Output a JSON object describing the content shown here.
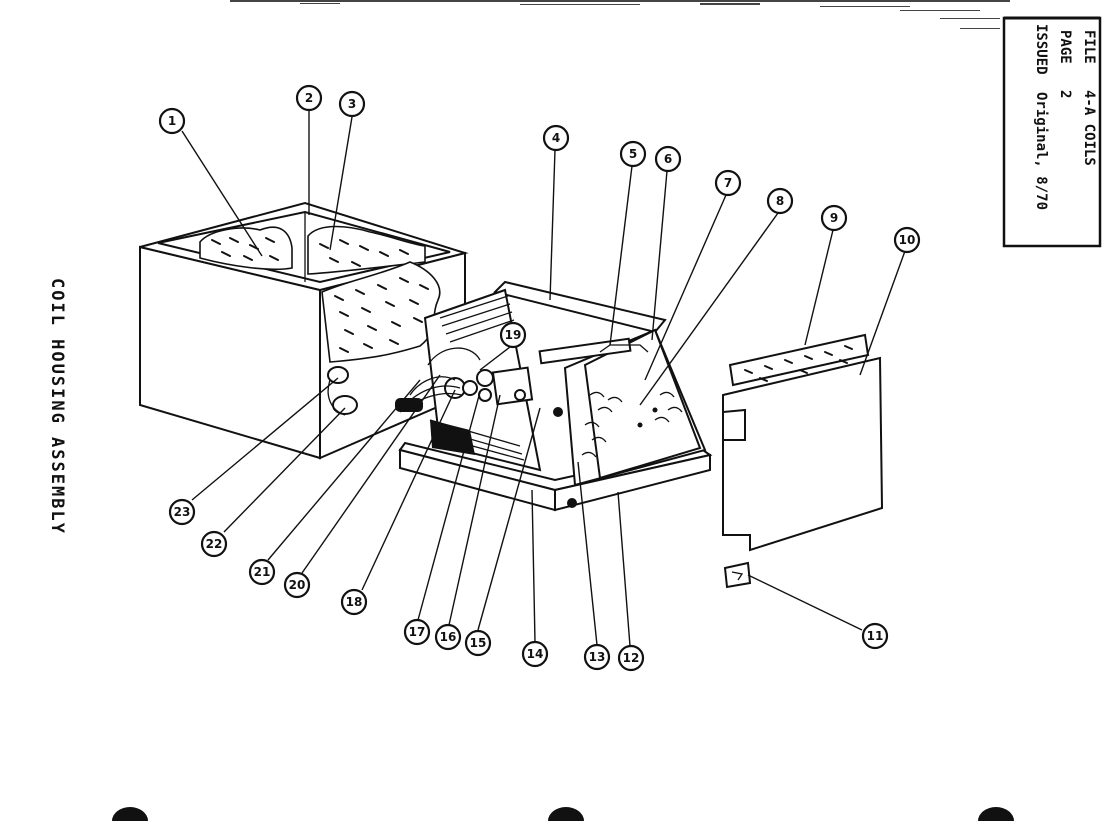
{
  "title_block": {
    "file_label": "FILE",
    "file_value": "4-A COILS",
    "page_label": "PAGE",
    "page_value": "2",
    "issued_label": "ISSUED",
    "issued_value": "Original, 8/70"
  },
  "side_title": "COIL HOUSING ASSEMBLY",
  "callouts": [
    {
      "id": "c1",
      "label": "1"
    },
    {
      "id": "c2",
      "label": "2"
    },
    {
      "id": "c3",
      "label": "3"
    },
    {
      "id": "c4",
      "label": "4"
    },
    {
      "id": "c5",
      "label": "5"
    },
    {
      "id": "c6",
      "label": "6"
    },
    {
      "id": "c7",
      "label": "7"
    },
    {
      "id": "c8",
      "label": "8"
    },
    {
      "id": "c9",
      "label": "9"
    },
    {
      "id": "c10",
      "label": "10"
    },
    {
      "id": "c11",
      "label": "11"
    },
    {
      "id": "c12",
      "label": "12"
    },
    {
      "id": "c13",
      "label": "13"
    },
    {
      "id": "c14",
      "label": "14"
    },
    {
      "id": "c15",
      "label": "15"
    },
    {
      "id": "c16",
      "label": "16"
    },
    {
      "id": "c17",
      "label": "17"
    },
    {
      "id": "c18",
      "label": "18"
    },
    {
      "id": "c19",
      "label": "19"
    },
    {
      "id": "c20",
      "label": "20"
    },
    {
      "id": "c21",
      "label": "21"
    },
    {
      "id": "c22",
      "label": "22"
    },
    {
      "id": "c23",
      "label": "23"
    }
  ]
}
